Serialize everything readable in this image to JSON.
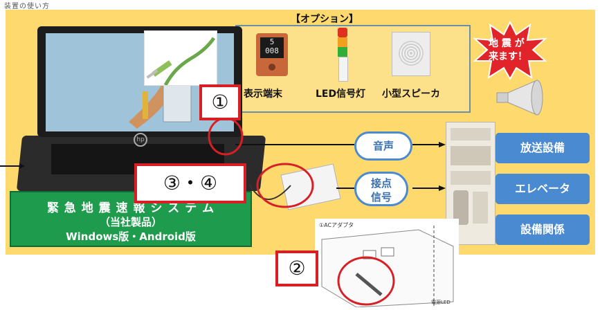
{
  "header_note": "装置の使い方",
  "options": {
    "title": "【オプション】",
    "items": [
      {
        "label": "表示端末"
      },
      {
        "label": "LED信号灯"
      },
      {
        "label": "小型スピーカ"
      }
    ],
    "display_reading_top": "5",
    "display_reading_bottom": "008"
  },
  "alert_burst": {
    "line1": "地 震 が",
    "line2": "来ます！"
  },
  "markers": {
    "m1": "①",
    "m2": "②",
    "m34": "③・④"
  },
  "signals": {
    "audio": "音声",
    "contact_line1": "接点",
    "contact_line2": "信号"
  },
  "destinations": [
    "放送設備",
    "エレベータ",
    "設備関係"
  ],
  "system": {
    "line1": "緊 急 地 震 速 報 シ ス テ ム",
    "line2": "（当社製品）",
    "line3": "Windows版・Android版"
  },
  "ac_adapter": {
    "label": "①ACアダプタ",
    "led_label": "電源LED"
  },
  "laptop": {
    "logo": "hp"
  },
  "colors": {
    "panel": "#fdd96e",
    "green": "#1f9b4d",
    "red": "#d81f26",
    "blue": "#4a8ad0"
  }
}
